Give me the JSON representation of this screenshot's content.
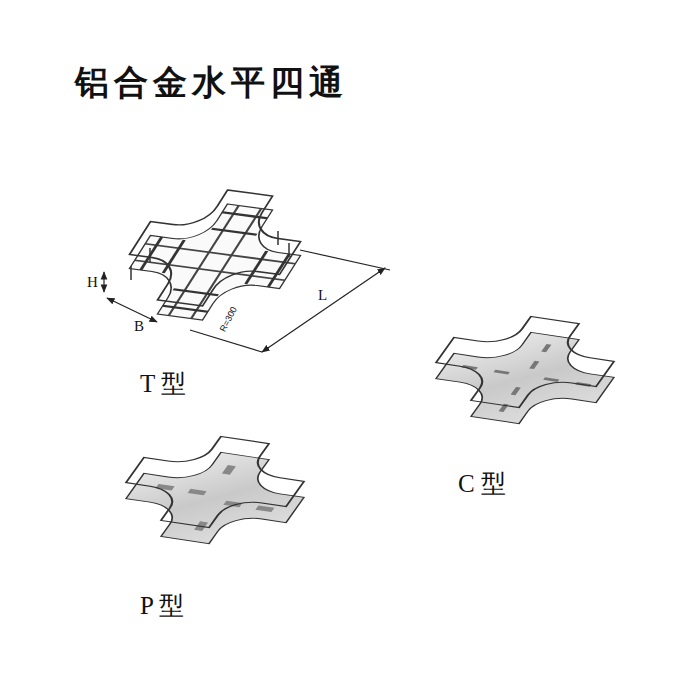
{
  "diagram": {
    "title": "铝合金水平四通",
    "labels": [
      "H",
      "B",
      "R=300",
      "L",
      "T 型",
      "C 型",
      "P 型"
    ]
  }
}
